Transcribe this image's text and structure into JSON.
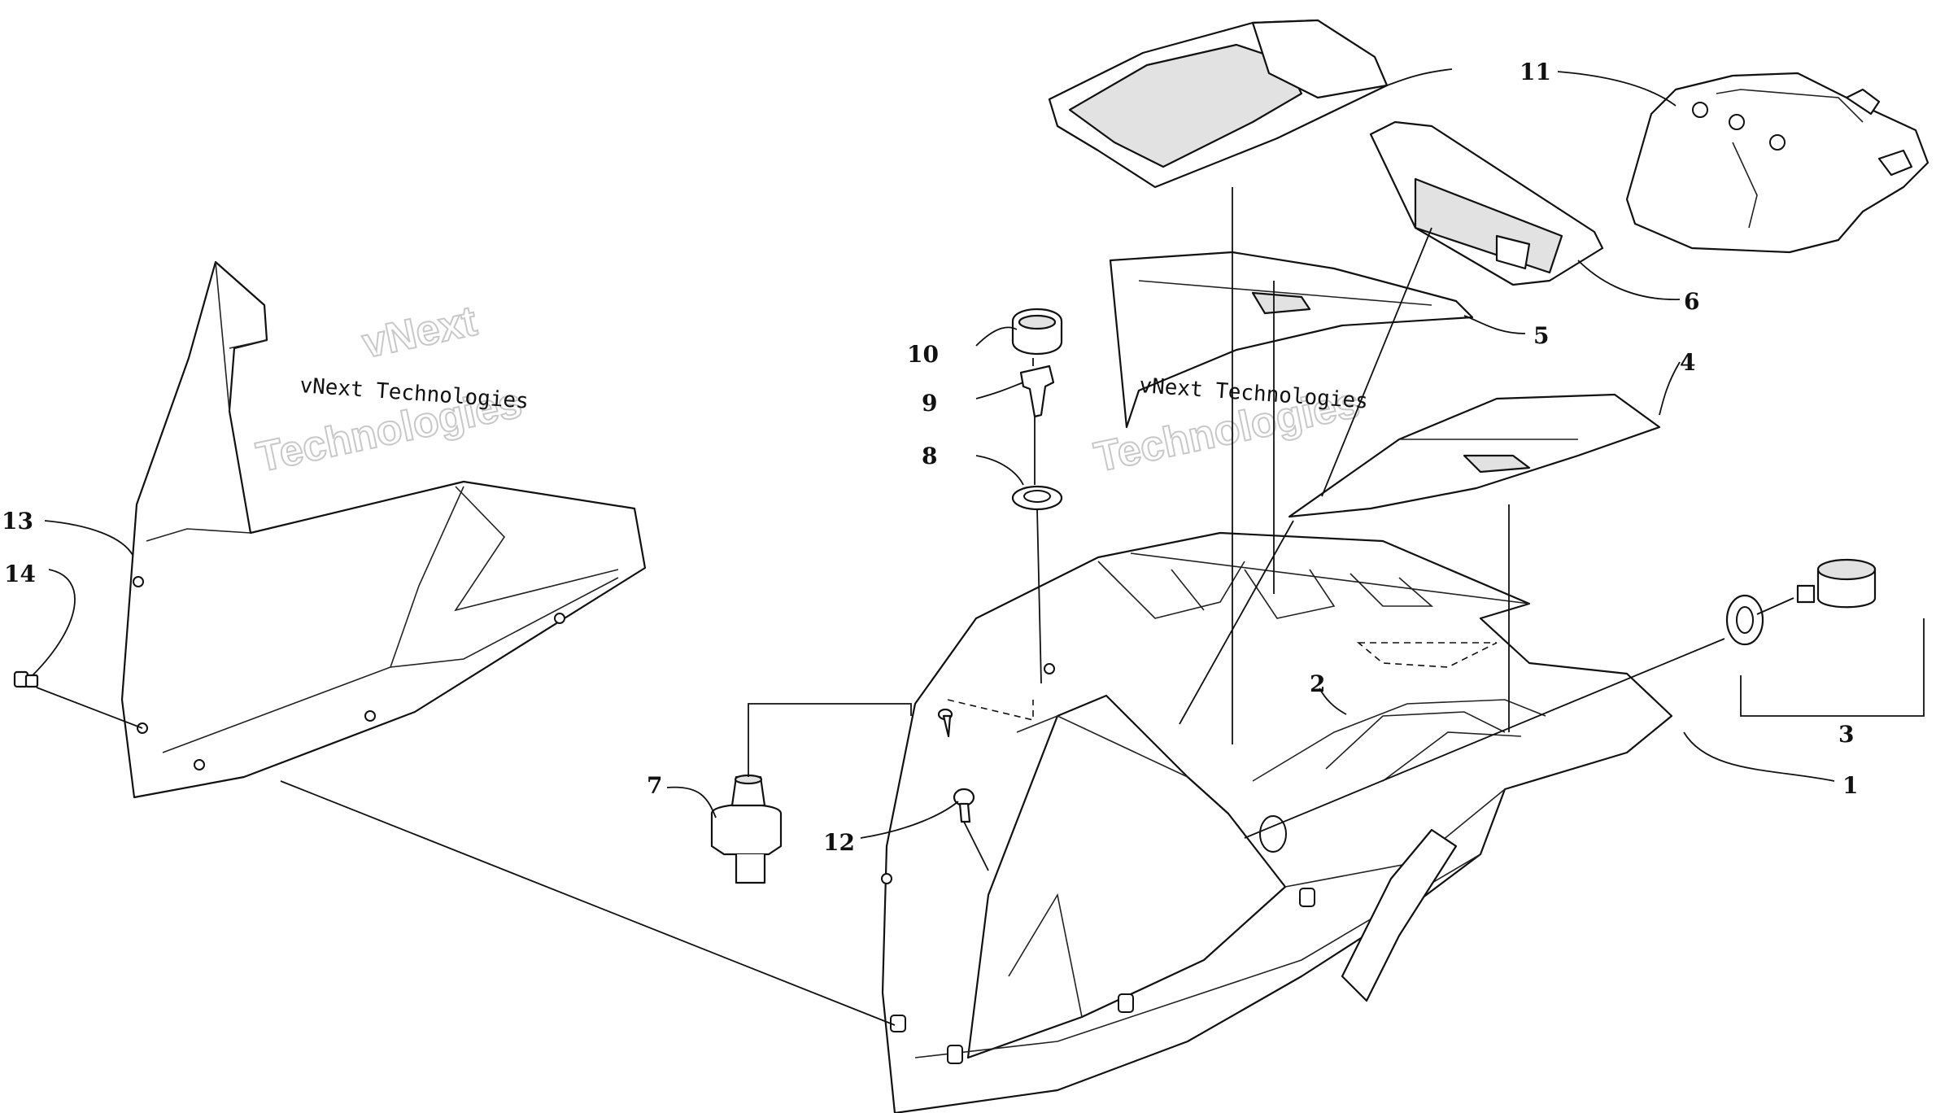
{
  "watermark": {
    "line1": "vNext",
    "line2": "vNext Technologies",
    "line3": "Technologies"
  },
  "callouts": [
    "1",
    "2",
    "3",
    "4",
    "5",
    "6",
    "7",
    "8",
    "9",
    "10",
    "11",
    "12",
    "13",
    "14"
  ]
}
